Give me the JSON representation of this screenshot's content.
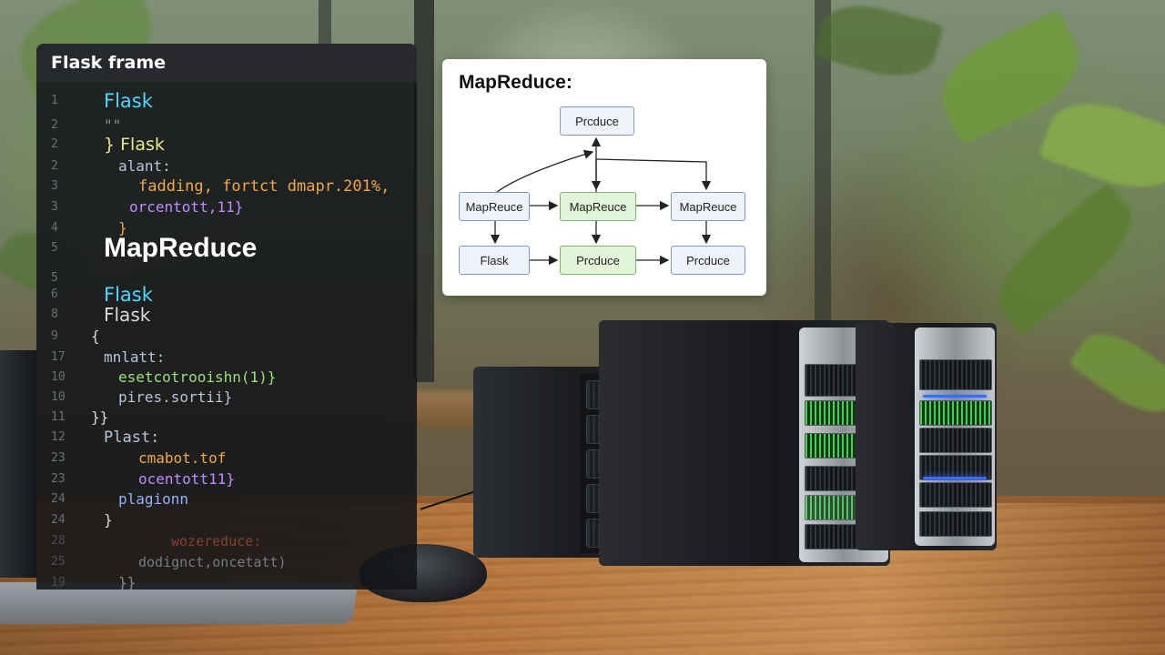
{
  "code_panel": {
    "title": "Flask frame",
    "lines": [
      {
        "num": "1",
        "text": "Flask",
        "color": "#4fd6ff",
        "indent": 74,
        "size": 21
      },
      {
        "num": "2",
        "text": "\"\"",
        "color": "#8a8f96",
        "indent": 74,
        "size": 16
      },
      {
        "num": "2",
        "text": "} Flask",
        "color": "#e6e98a",
        "indent": 74,
        "size": 19
      },
      {
        "num": "2",
        "text": "alant:",
        "color": "#b9c4d6",
        "indent": 90,
        "size": 16
      },
      {
        "num": "3",
        "text": "fadding, fortct dmapr.201%,",
        "color": "#f2a64a",
        "indent": 112,
        "size": 17
      },
      {
        "num": "3",
        "text": "orcentott,11}",
        "color": "#c08cff",
        "indent": 102,
        "size": 16
      },
      {
        "num": "4",
        "text": "}",
        "color": "#f2a64a",
        "indent": 90,
        "size": 16
      },
      {
        "num": "5",
        "text": "MapReduce",
        "color": "#ffffff",
        "indent": 74,
        "size": 30,
        "bold": true
      },
      {
        "num": "5",
        "text": "",
        "color": "#ffffff",
        "indent": 74,
        "size": 16
      },
      {
        "num": "6",
        "text": "Flask",
        "color": "#4fd6ff",
        "indent": 74,
        "size": 21
      },
      {
        "num": "8",
        "text": "Flask",
        "color": "#d7d9dc",
        "indent": 74,
        "size": 20
      },
      {
        "num": "9",
        "text": "{",
        "color": "#d7d9dc",
        "indent": 60,
        "size": 16
      },
      {
        "num": "17",
        "text": "mnlatt:",
        "color": "#b9c4d6",
        "indent": 74,
        "size": 16
      },
      {
        "num": "10",
        "text": "esetcotrooishn(1)}",
        "color": "#9be07a",
        "indent": 90,
        "size": 16
      },
      {
        "num": "10",
        "text": "pires.sortii}",
        "color": "#b9c4d6",
        "indent": 90,
        "size": 16
      },
      {
        "num": "11",
        "text": "}}",
        "color": "#d7d9dc",
        "indent": 60,
        "size": 16
      },
      {
        "num": "12",
        "text": "Plast:",
        "color": "#b9c4d6",
        "indent": 74,
        "size": 17
      },
      {
        "num": "23",
        "text": "cmabot.tof",
        "color": "#f2a64a",
        "indent": 112,
        "size": 16
      },
      {
        "num": "23",
        "text": "ocentott11}",
        "color": "#c08cff",
        "indent": 112,
        "size": 16
      },
      {
        "num": "24",
        "text": "plagionn",
        "color": "#8fb4ff",
        "indent": 90,
        "size": 16
      },
      {
        "num": "24",
        "text": "}",
        "color": "#d7d9dc",
        "indent": 74,
        "size": 16
      },
      {
        "num": "28",
        "text": "wozereduce:",
        "color": "#e2583c",
        "indent": 148,
        "size": 15
      },
      {
        "num": "25",
        "text": "dodignct,oncetatt)",
        "color": "#b9c4d6",
        "indent": 112,
        "size": 15
      },
      {
        "num": "19",
        "text": "}}",
        "color": "#d7d9dc",
        "indent": 90,
        "size": 16
      }
    ]
  },
  "diagram": {
    "title": "MapReduce:",
    "nodes": [
      {
        "id": "top",
        "label": "Prcduce",
        "style": "blue"
      },
      {
        "id": "m1",
        "label": "MapReuce",
        "style": "blue"
      },
      {
        "id": "m2",
        "label": "MapReuce",
        "style": "green"
      },
      {
        "id": "m3",
        "label": "MapReuce",
        "style": "blue"
      },
      {
        "id": "b1",
        "label": "Flask",
        "style": "blue"
      },
      {
        "id": "b2",
        "label": "Prcduce",
        "style": "green"
      },
      {
        "id": "b3",
        "label": "Prcduce",
        "style": "blue"
      }
    ]
  },
  "colors": {
    "panel_bg": "#121418",
    "diagram_blue": "#eef3fb",
    "diagram_green": "#e3f5d8",
    "led_green": "#5cff7a",
    "led_blue": "#3a6bff"
  }
}
